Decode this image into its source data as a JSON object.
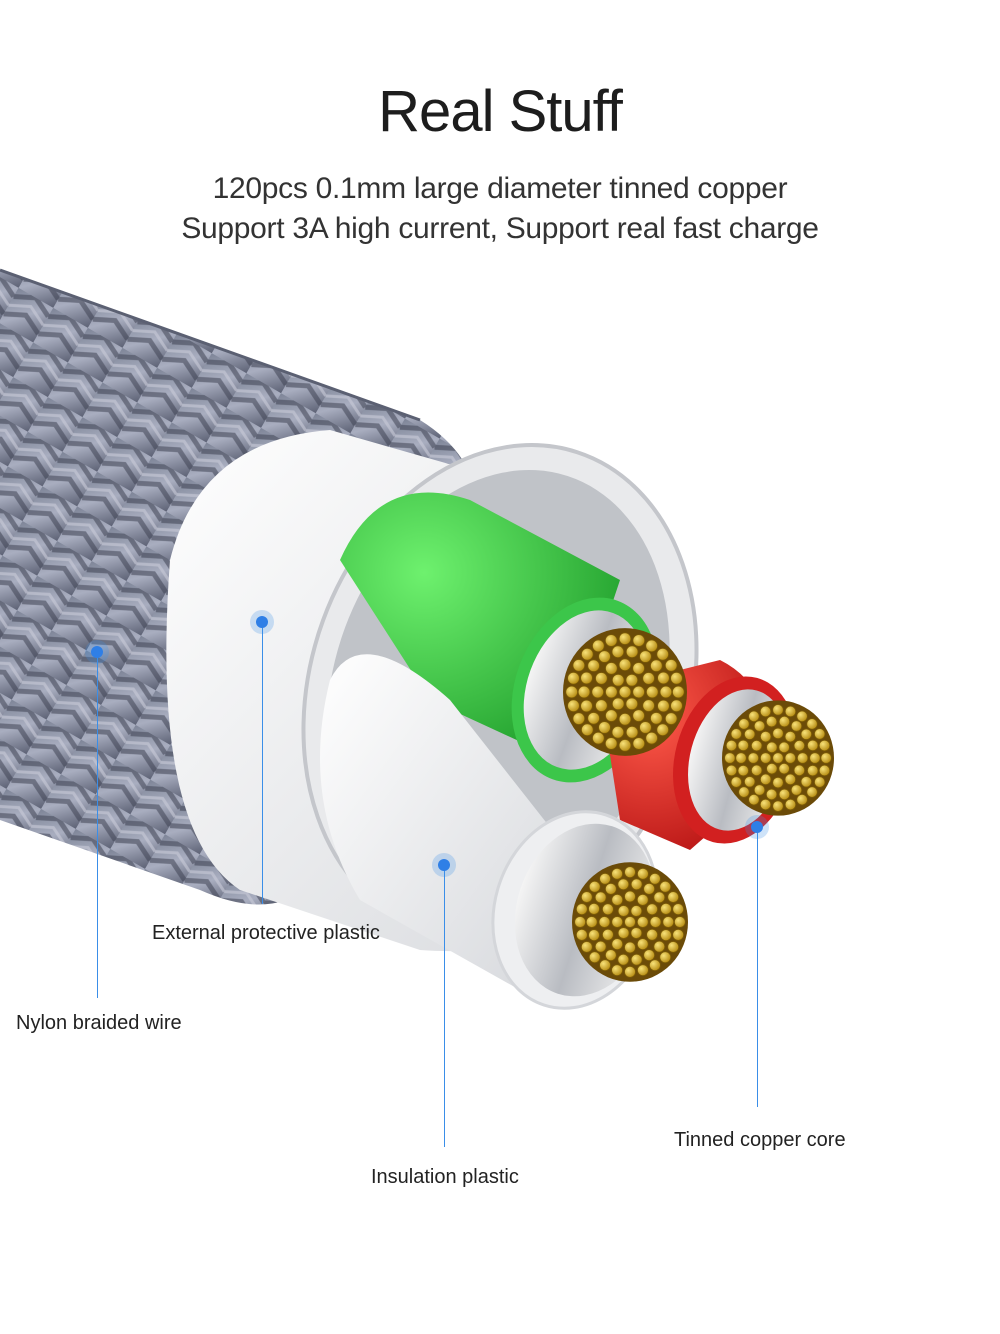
{
  "header": {
    "title": "Real Stuff",
    "subtitle_line1": "120pcs 0.1mm large diameter tinned copper",
    "subtitle_line2": "Support 3A high current, Support real fast charge"
  },
  "callouts": {
    "external_protective_plastic": "External protective plastic",
    "nylon_braided_wire": "Nylon braided wire",
    "insulation_plastic": "Insulation plastic",
    "tinned_copper_core": "Tinned copper core"
  },
  "colors": {
    "accent": "#2f7fe6",
    "braid": "#8d93a6",
    "green_wire": "#3ecf4a",
    "red_wire": "#e12a2a",
    "copper_tin": "#d8b22c"
  }
}
